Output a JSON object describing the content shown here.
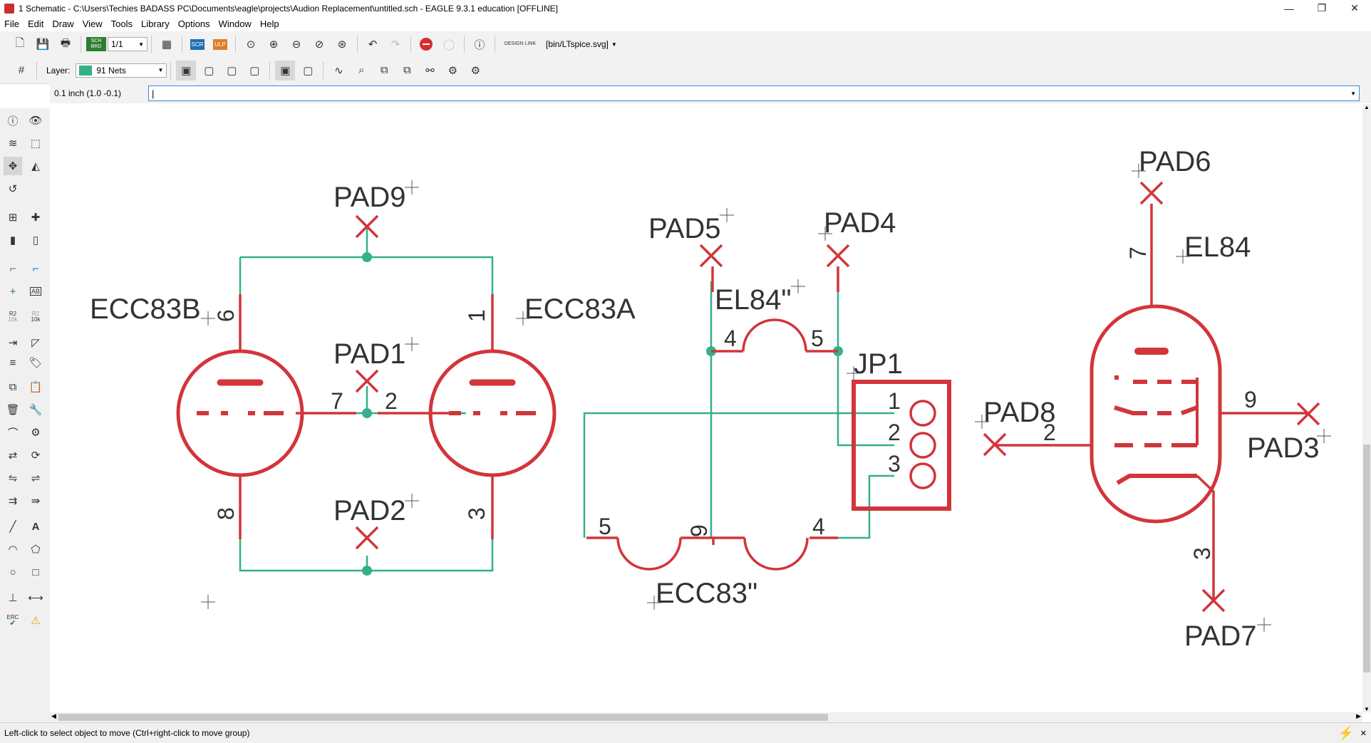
{
  "window": {
    "title": "1 Schematic - C:\\Users\\Techies BADASS PC\\Documents\\eagle\\projects\\Audion Replacement\\untitled.sch - EAGLE 9.3.1 education [OFFLINE]",
    "minimize": "—",
    "restore": "❐",
    "close": "✕"
  },
  "menu": [
    "File",
    "Edit",
    "Draw",
    "View",
    "Tools",
    "Library",
    "Options",
    "Window",
    "Help"
  ],
  "toolbar": {
    "sheet": "1/1",
    "scr": "SCR",
    "ulp": "ULP",
    "sch_brd": "SCH BRD",
    "design_link": "DESIGN LINK",
    "svg_target": "[bin/LTspice.svg]",
    "layer_label": "Layer:",
    "layer_value": "91 Nets",
    "layer_color": "#34b08a"
  },
  "command": {
    "grid": "0.1 inch (1.0 -0.1)",
    "input": "|"
  },
  "left_tools": {
    "r2_1": "R2",
    "r2_1b": "10k",
    "r2_2": "R2",
    "r2_2b": "10k",
    "ab": "AB",
    "erc": "ERC",
    "text_a": "A"
  },
  "schematic": {
    "net_color": "#34b08a",
    "symbol_color": "#d2353a",
    "labels": {
      "pad9": "PAD9",
      "pad1": "PAD1",
      "pad2": "PAD2",
      "pad5": "PAD5",
      "pad4": "PAD4",
      "pad6": "PAD6",
      "pad8": "PAD8",
      "pad3": "PAD3",
      "pad7": "PAD7",
      "ecc83b": "ECC83B",
      "ecc83a": "ECC83A",
      "el84q": "EL84\"",
      "el84": "EL84",
      "jp1": "JP1",
      "ecc83q": "ECC83\""
    },
    "pins": {
      "p6": "6",
      "p1": "1",
      "p7": "7",
      "p2": "2",
      "p8": "8",
      "p3": "3",
      "h4": "4",
      "h5": "5",
      "jp1": "1",
      "jp2": "2",
      "jp3": "3",
      "e5": "5",
      "e9": "9",
      "e4": "4",
      "el7": "7",
      "el9": "9",
      "el2": "2",
      "el3": "3"
    }
  },
  "status": {
    "text": "Left-click to select object to move (Ctrl+right-click to move group)"
  }
}
